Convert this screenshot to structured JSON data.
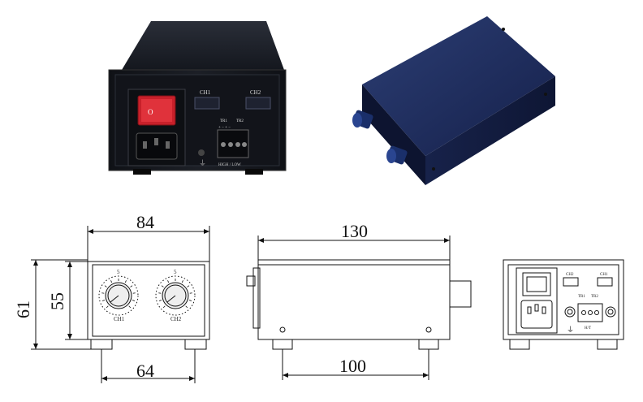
{
  "photos": {
    "rear_view": {
      "ch1_label": "CH1",
      "ch2_label": "CH2",
      "tr1_label": "TR1",
      "tr2_label": "TR2",
      "polarity": "+ − + −",
      "terminal_label": "HIGH / LOW"
    },
    "iso_view": {}
  },
  "drawings": {
    "front": {
      "dim_width_top": "84",
      "dim_width_bottom": "64",
      "dim_height_total": "61",
      "dim_height_body": "55",
      "knob_scale_label": "5",
      "knob1_label": "CH1",
      "knob2_label": "CH2"
    },
    "side": {
      "dim_length_top": "130",
      "dim_length_bottom": "100"
    },
    "rear": {
      "ch2_label": "CH2",
      "ch1_label": "CH1",
      "tr1_label": "TR1",
      "tr2_label": "TR2",
      "terminal_label": "H/T"
    }
  },
  "colors": {
    "enclosure": "#1b1f2a",
    "iso_enclosure": "#1d2a52",
    "switch_red": "#c8202a",
    "knob_blue": "#1a2f6a",
    "line": "#111111"
  }
}
